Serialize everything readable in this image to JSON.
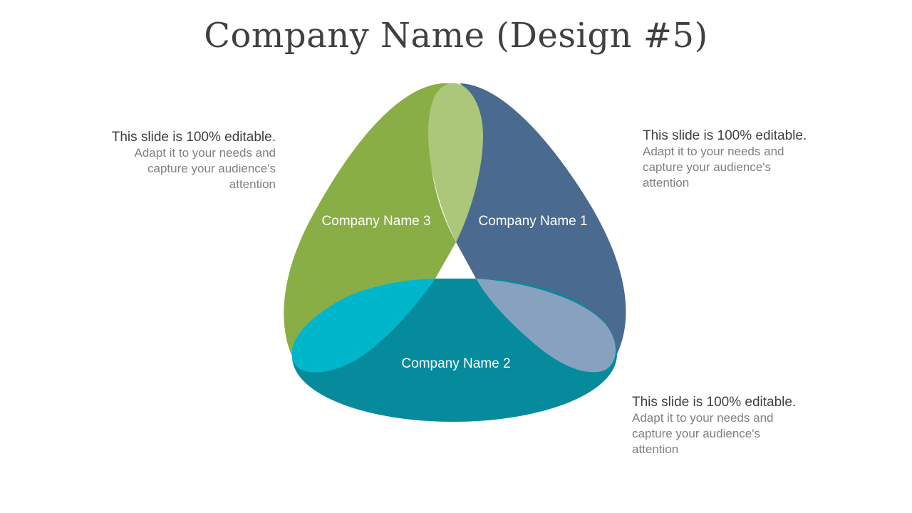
{
  "slide": {
    "title": "Company Name (Design #5)"
  },
  "diagram": {
    "petals": [
      {
        "label": "Company Name 1",
        "color": "#4a6a8f"
      },
      {
        "label": "Company Name 2",
        "color": "#058b9c"
      },
      {
        "label": "Company Name 3",
        "color": "#8aae46"
      }
    ],
    "overlap_colors": {
      "top": "#acc77a",
      "right": "#87a1bf",
      "left": "#00b6cb"
    }
  },
  "callouts": {
    "left": {
      "heading": "This slide is 100% editable.",
      "body_lines": [
        "Adapt it to your needs and",
        "capture your audience's",
        "attention"
      ]
    },
    "right_top": {
      "heading": "This slide is 100% editable.",
      "body_lines": [
        "Adapt it to your needs and",
        "capture your audience's",
        "attention"
      ]
    },
    "right_bottom": {
      "heading": "This slide is 100% editable.",
      "body_lines": [
        "Adapt it to your needs and",
        "capture your audience's",
        "attention"
      ]
    }
  }
}
